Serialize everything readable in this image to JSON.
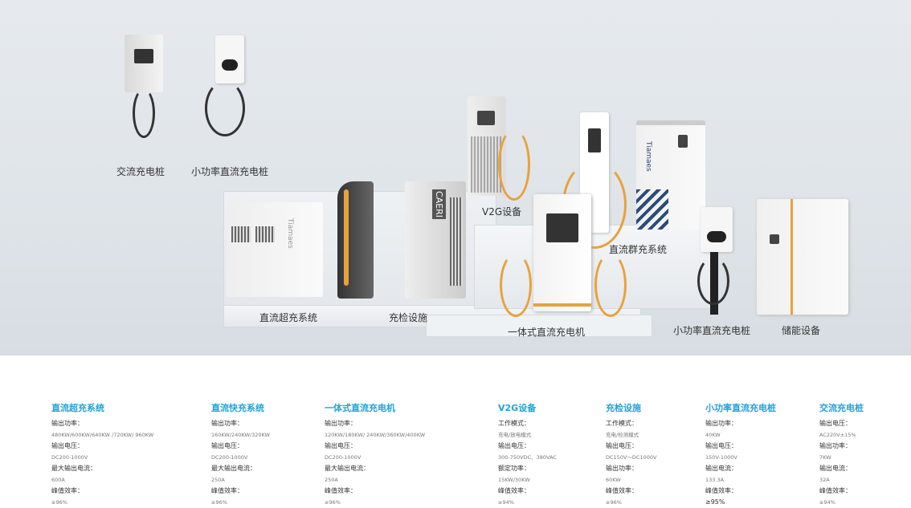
{
  "hero": {
    "brand_names": [
      "Tiamaes",
      "CAERI"
    ],
    "labels": {
      "ac_pile": "交流充电桩",
      "small_dc_pile_top": "小功率直流充电桩",
      "v2g": "V2G设备",
      "dc_group": "直流群充系统",
      "dc_super": "直流超充系统",
      "inspection": "充检设施",
      "integrated_dc": "一体式直流充电机",
      "small_dc_pile_right": "小功率直流充电桩",
      "storage": "储能设备"
    }
  },
  "specs": [
    {
      "title": "直流超充系统",
      "rows": [
        {
          "k": "输出功率：",
          "v": "480KW/600KW/640KW /720KW/ 960KW"
        },
        {
          "k": "输出电压：",
          "v": "DC200-1000V"
        },
        {
          "k": "最大输出电流：",
          "v": "600A"
        },
        {
          "k": "峰值效率：",
          "v": "≥96%"
        }
      ]
    },
    {
      "title": "直流快充系统",
      "rows": [
        {
          "k": "输出功率：",
          "v": "160KW/240KW/320KW"
        },
        {
          "k": "输出电压：",
          "v": "DC200-1000V"
        },
        {
          "k": "最大输出电流：",
          "v": "250A"
        },
        {
          "k": "峰值效率：",
          "v": "≥96%"
        }
      ]
    },
    {
      "title": "一体式直流充电机",
      "rows": [
        {
          "k": "输出功率：",
          "v": "120KW/180KW/ 240KW/360KW/400KW"
        },
        {
          "k": "输出电压：",
          "v": "DC200-1000V"
        },
        {
          "k": "最大输出电流：",
          "v": "250A"
        },
        {
          "k": "峰值效率：",
          "v": "≥96%"
        }
      ]
    },
    {
      "title": "V2G设备",
      "rows": [
        {
          "k": "工作模式：",
          "v": "充电/放电模式"
        },
        {
          "k": "输出电压：",
          "v": "300-750VDC、380VAC"
        },
        {
          "k": "额定功率：",
          "v": "15KW/30KW"
        },
        {
          "k": "峰值效率：",
          "v": "≥94%"
        }
      ]
    },
    {
      "title": "充检设施",
      "rows": [
        {
          "k": "工作模式：",
          "v": "充电/检测模式"
        },
        {
          "k": "输出电压：",
          "v": "DC150V～DC1000V"
        },
        {
          "k": "输出功率：",
          "v": "60KW"
        },
        {
          "k": "峰值效率：",
          "v": "≥96%"
        }
      ]
    },
    {
      "title": "小功率直流充电桩",
      "rows": [
        {
          "k": "输出功率：",
          "v": "40KW"
        },
        {
          "k": "输出电压：",
          "v": "150V-1000V"
        },
        {
          "k": "输出电流：",
          "v": "133.3A"
        },
        {
          "k": "峰值效率：",
          "v": "≥95%"
        }
      ]
    },
    {
      "title": "交流充电桩",
      "rows": [
        {
          "k": "输出电压：",
          "v": "AC220V±15%"
        },
        {
          "k": "输出功率：",
          "v": "7KW"
        },
        {
          "k": "输出电流：",
          "v": "32A"
        },
        {
          "k": "峰值效率：",
          "v": "≥94%"
        }
      ]
    }
  ]
}
